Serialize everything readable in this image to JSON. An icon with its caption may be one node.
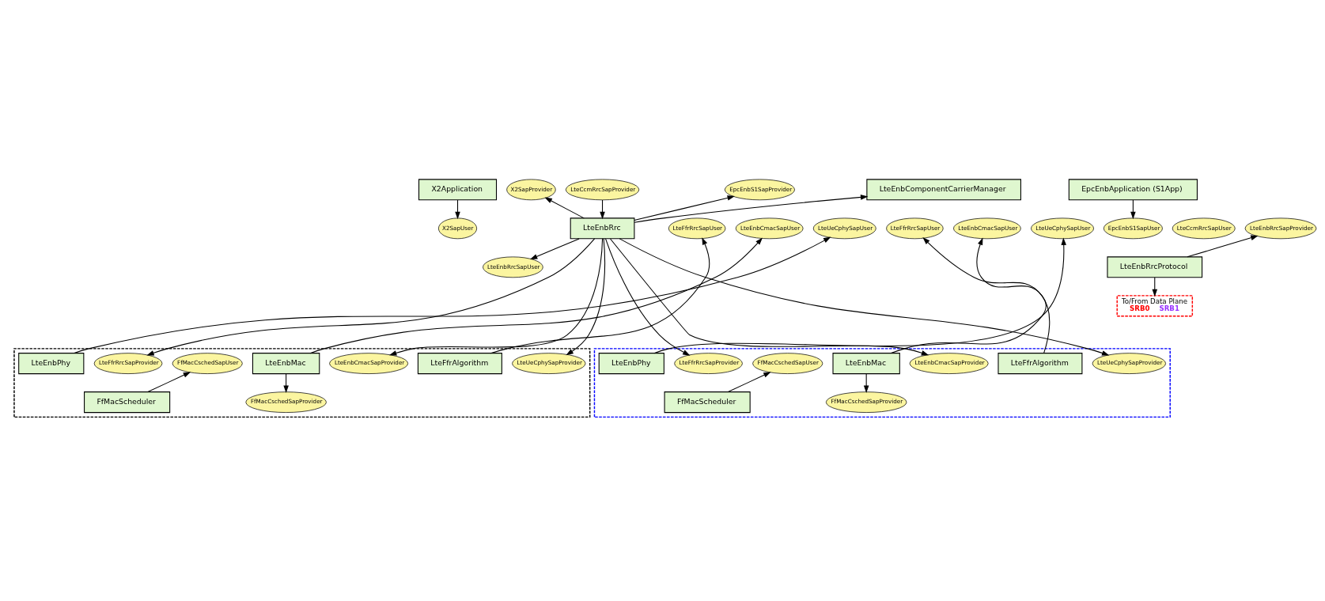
{
  "diagram": {
    "nodes": [
      {
        "text": [
          "X2Application"
        ]
      },
      {
        "text": [
          "X2SapProvider"
        ]
      },
      {
        "text": [
          "EpcEnbApplication (S1App)"
        ]
      },
      {
        "text": [
          "EpcEnbS1SapProvider"
        ]
      },
      {
        "text": [
          "LteEnbComponentCarrierManager"
        ]
      },
      {
        "text": [
          "LteCcmRrcSapProvider"
        ]
      },
      {
        "text": [
          "X2SapUser"
        ]
      },
      {
        "text": [
          "EpcEnbS1SapUser"
        ]
      },
      {
        "text": [
          "LteCcmRrcSapUser"
        ]
      },
      {
        "text": [
          "LteEnbRrc"
        ]
      },
      {
        "text": [
          "LteUeCphySapUser"
        ]
      },
      {
        "text": [
          "LteEnbCmacSapUser"
        ]
      },
      {
        "text": [
          "LteFfrRrcSapUser"
        ]
      },
      {
        "text": [
          "LteUeCphySapUser"
        ]
      },
      {
        "text": [
          "LteEnbCmacSapUser"
        ]
      },
      {
        "text": [
          "LteFfrRrcSapUser"
        ]
      },
      {
        "text": [
          "LteEnbRrcSapProvider"
        ]
      },
      {
        "text": [
          "LteEnbRrcSapUser"
        ]
      },
      {
        "text": [
          "LteEnbRrcProtocol"
        ]
      },
      {
        "text": [],
        "shape": "box"
      },
      {
        "text": [
          "LteFfrRrcSapProvider"
        ],
        "in": 19
      },
      {
        "text": [
          "LteFfrAlgorithm"
        ],
        "in": 19
      },
      {
        "text": [
          "LteEnbCmacSapProvider"
        ],
        "in": 19
      },
      {
        "text": [
          "LteEnbMac"
        ],
        "in": 19
      },
      {
        "text": [
          "FfMacCschedSapUser"
        ],
        "in": 19
      },
      {
        "text": [
          "FfMacCschedSapProvider"
        ],
        "in": 19
      },
      {
        "text": [
          "FfMacScheduler"
        ],
        "in": 19
      },
      {
        "text": [
          "LteUeCphySapProvider"
        ],
        "in": 19
      },
      {
        "text": [
          "LteEnbPhy"
        ],
        "in": 19
      },
      {
        "text": [],
        "shape": "box"
      },
      {
        "text": [
          "LteFfrRrcSapProvider"
        ],
        "in": 29
      },
      {
        "text": [
          "LteFfrAlgorithm"
        ],
        "in": 29
      },
      {
        "text": [
          "LteEnbCmacSapProvider"
        ],
        "in": 29
      },
      {
        "text": [
          "LteEnbMac"
        ],
        "in": 29
      },
      {
        "text": [
          "FfMacCschedSapUser"
        ],
        "in": 29
      },
      {
        "text": [
          "FfMacCschedSapProvider"
        ],
        "in": 29
      },
      {
        "text": [
          "FfMacScheduler"
        ],
        "in": 29
      },
      {
        "text": [
          "LteUeCphySapProvider"
        ],
        "in": 29
      },
      {
        "text": [
          "LteEnbPhy"
        ],
        "in": 29
      },
      {
        "text": [
          "To/From Data Plane",
          "SRB0",
          "SRB1"
        ]
      }
    ],
    "edges": [
      {
        "from": 0,
        "to": 6,
        "arrow": "to"
      },
      {
        "from": 9,
        "to": 1,
        "arrow": "to"
      },
      {
        "from": 9,
        "to": 3,
        "arrow": "to"
      },
      {
        "from": 2,
        "to": 7,
        "arrow": "to"
      },
      {
        "from": 9,
        "to": 4,
        "arrow": "to"
      },
      {
        "from": 5,
        "to": 9,
        "arrow": "to"
      },
      {
        "from": 28,
        "to": 10,
        "arrow": "to"
      },
      {
        "from": 9,
        "to": 27,
        "arrow": "to"
      },
      {
        "from": 23,
        "to": 11,
        "arrow": "to"
      },
      {
        "from": 9,
        "to": 22,
        "arrow": "to"
      },
      {
        "from": 21,
        "to": 12,
        "arrow": "to"
      },
      {
        "from": 9,
        "to": 20,
        "arrow": "to"
      },
      {
        "from": 26,
        "to": 24,
        "arrow": "to"
      },
      {
        "from": 23,
        "to": 25,
        "arrow": "to"
      },
      {
        "from": 38,
        "to": 13,
        "arrow": "to"
      },
      {
        "from": 9,
        "to": 37,
        "arrow": "to"
      },
      {
        "from": 33,
        "to": 14,
        "arrow": "to"
      },
      {
        "from": 9,
        "to": 32,
        "arrow": "to"
      },
      {
        "from": 31,
        "to": 15,
        "arrow": "to"
      },
      {
        "from": 9,
        "to": 30,
        "arrow": "to"
      },
      {
        "from": 36,
        "to": 34,
        "arrow": "to"
      },
      {
        "from": 33,
        "to": 35,
        "arrow": "to"
      },
      {
        "from": 18,
        "to": 16,
        "arrow": "to"
      },
      {
        "from": 9,
        "to": 17,
        "arrow": "to"
      },
      {
        "from": 18,
        "to": 39,
        "arrow": "to"
      }
    ]
  }
}
